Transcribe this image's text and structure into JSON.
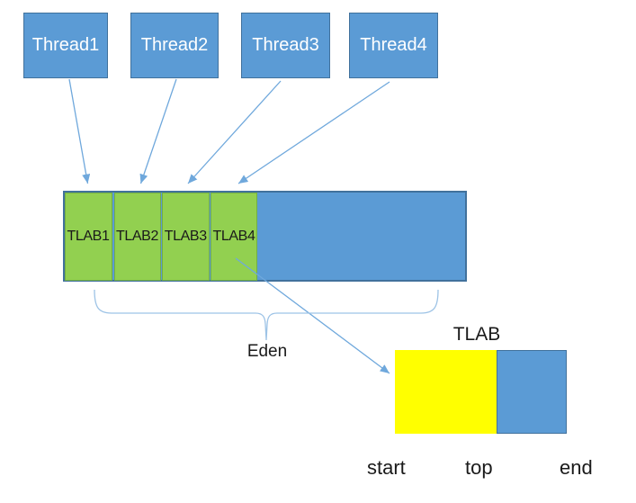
{
  "threads": [
    {
      "label": "Thread1"
    },
    {
      "label": "Thread2"
    },
    {
      "label": "Thread3"
    },
    {
      "label": "Thread4"
    }
  ],
  "eden": {
    "tlab_cells": [
      {
        "label": "TLAB1"
      },
      {
        "label": "TLAB2"
      },
      {
        "label": "TLAB3"
      },
      {
        "label": "TLAB4"
      }
    ],
    "label": "Eden"
  },
  "tlab_detail": {
    "title": "TLAB",
    "pointer_labels": [
      {
        "label": "start"
      },
      {
        "label": "top"
      },
      {
        "label": "end"
      }
    ]
  },
  "colors": {
    "box_blue": "#5B9BD5",
    "box_blue_border": "#41719C",
    "tlab_green": "#92D050",
    "tlab_green_border": "#74B043",
    "used_yellow": "#FFFF00",
    "arrow_blue": "#6FA8DC",
    "brace_blue": "#9DC3E6",
    "text_dark": "#1a1a1a",
    "text_light": "#FFFFFF"
  }
}
